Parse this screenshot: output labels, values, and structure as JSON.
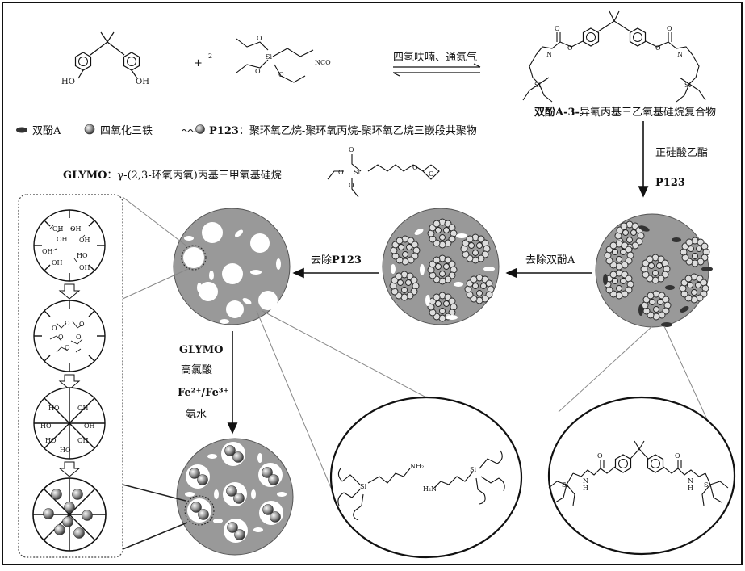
{
  "reaction": {
    "reagent_two_coeff": "2",
    "plus_sign": "+",
    "condition": "四氢呋喃、通氮气",
    "product_caption_bold": "双酚A-3-",
    "product_caption_rest": "异氰丙基三乙氧基硅烷复合物",
    "bisphenol_oh_left": "HO",
    "bisphenol_oh_right": "OH",
    "isocyanate_group": "NCO"
  },
  "legend": {
    "bpa_label": "双酚A",
    "fe3o4_label": "四氧化三铁",
    "p123_label_bold": "P123",
    "p123_label_rest": "：聚环氧乙烷-聚环氧丙烷-聚环氧乙烷三嵌段共聚物"
  },
  "glymo": {
    "label_bold": "GLYMO",
    "label_rest": "：γ-(2,3-环氧丙氧)丙基三甲氧基硅烷"
  },
  "steps": {
    "add_teos": "正硅酸乙酯",
    "add_p123": "P123",
    "remove_bpa": "去除双酚A",
    "remove_p123_prefix": "去除",
    "remove_p123_bold": "P123",
    "mod_glymo": "GLYMO",
    "mod_acid": "高氯酸",
    "mod_fe": "Fe²⁺/Fe³⁺",
    "mod_ammonia": "氨水"
  },
  "zoom_labels": {
    "oh": "OH",
    "ho": "HO",
    "o": "O",
    "si": "Si",
    "nh2": "NH₂",
    "h2n": "H₂N",
    "n": "N",
    "h": "H"
  }
}
